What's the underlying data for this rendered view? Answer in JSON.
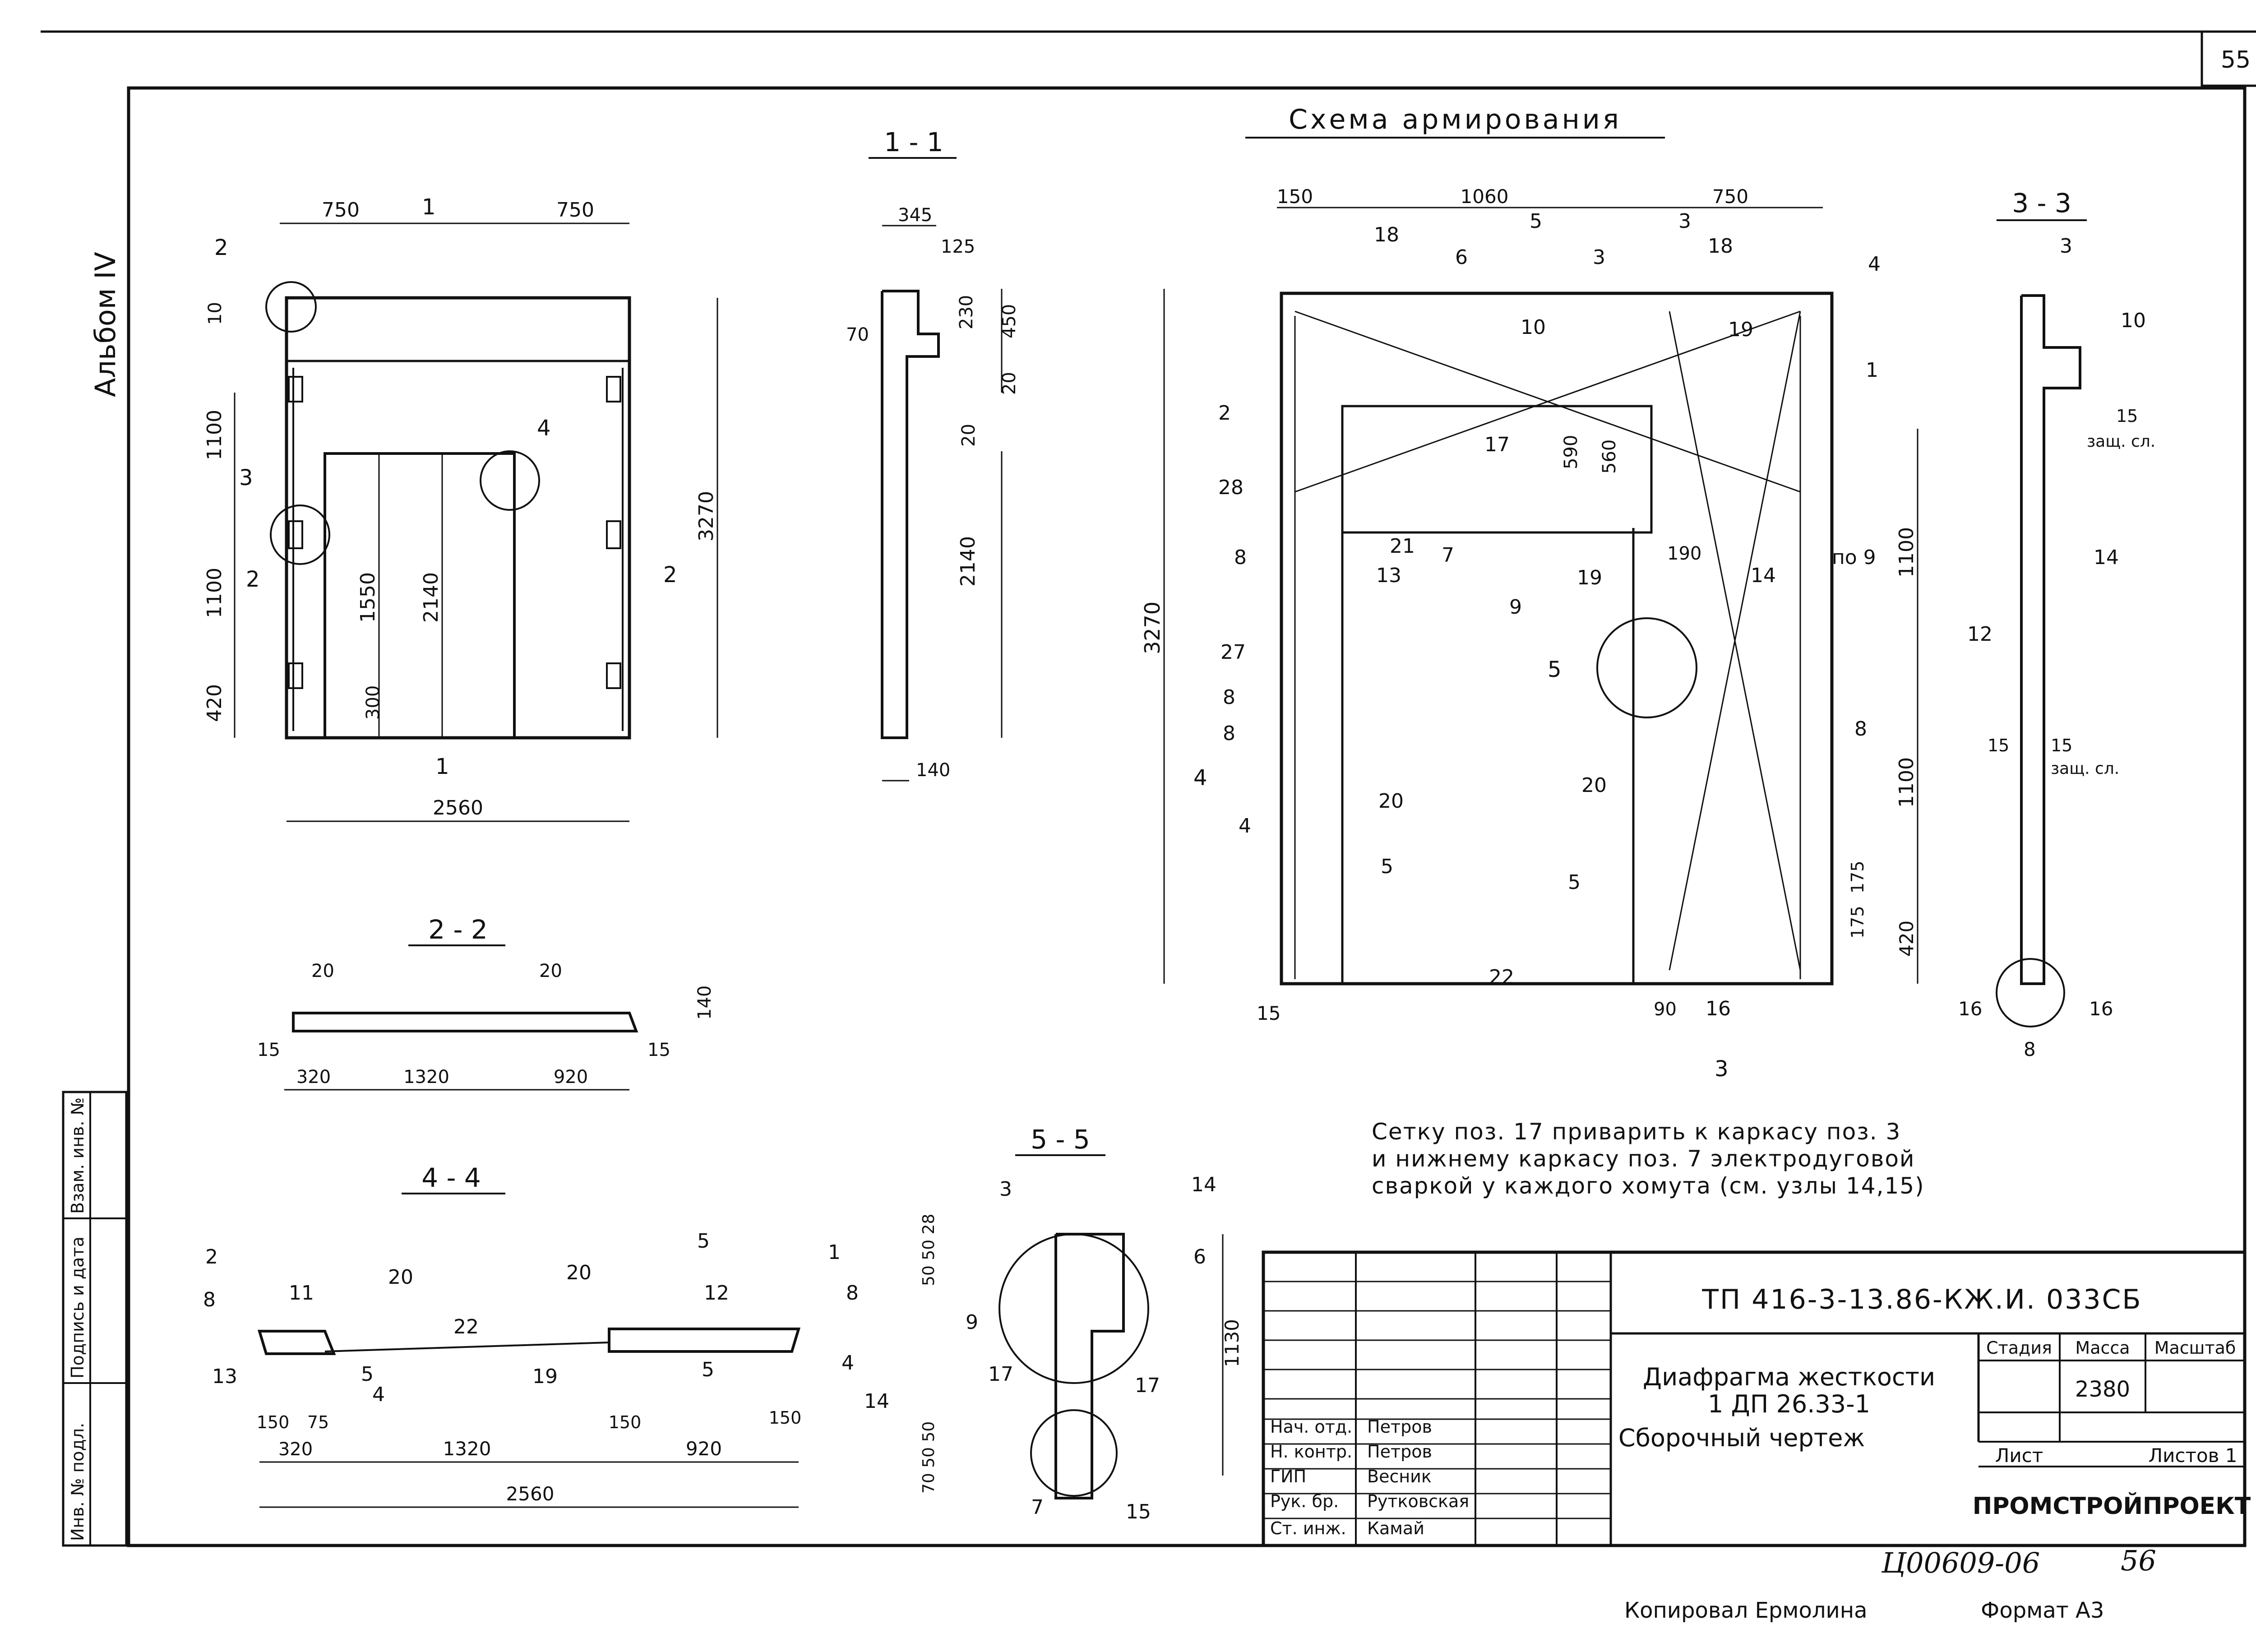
{
  "sheet": {
    "page_number": "55",
    "album": "Альбом IV",
    "copied_by": "Копировал Ермолина",
    "format": "Формат А3",
    "archive_number": "Ц00609-06",
    "archive_sheet": "56"
  },
  "left_strip": {
    "inv_podl": "Инв. № подл.",
    "podpis_data": "Подпись и дата",
    "vzam_inv": "Взам. инв. №"
  },
  "elevation": {
    "dims": {
      "top_left": "750",
      "top_right": "750",
      "h1": "10",
      "h2": "1100",
      "h3": "1100",
      "h4": "420",
      "door_h1": "1550",
      "door_h2": "2140",
      "door_h3": "300",
      "total_h": "3270",
      "total_w": "2560"
    },
    "callouts": {
      "c2": "2",
      "c3": "3",
      "c4": "4"
    },
    "cut_1_top": "1",
    "cut_1_bottom": "1",
    "cut_2_left": "2",
    "cut_2_right": "2"
  },
  "section_1_1": {
    "title": "1 - 1",
    "dims": {
      "d345": "345",
      "d125": "125",
      "d230": "230",
      "d450": "450",
      "d70": "70",
      "d20a": "20",
      "d20b": "20",
      "d2140": "2140",
      "d140": "140"
    }
  },
  "section_2_2": {
    "title": "2 - 2",
    "dims": {
      "d20l": "20",
      "d20r": "20",
      "d140": "140",
      "d15l": "15",
      "d15r": "15",
      "d320": "320",
      "d1320": "1320",
      "d920": "920"
    }
  },
  "section_4_4": {
    "title": "4 - 4",
    "labels": [
      "2",
      "8",
      "11",
      "20",
      "13",
      "5",
      "4",
      "22",
      "19",
      "20",
      "5",
      "12",
      "5",
      "1",
      "8",
      "4",
      "14"
    ],
    "dims": {
      "d150a": "150",
      "d75": "75",
      "d150b": "150",
      "d150c": "150",
      "d320": "320",
      "d1320": "1320",
      "d920": "920",
      "d2560": "2560"
    }
  },
  "section_5_5": {
    "title": "5 - 5",
    "labels": {
      "l3": "3",
      "l14": "14",
      "l6": "6",
      "l9": "9",
      "l17a": "17",
      "l17b": "17",
      "l7": "7",
      "l15": "15"
    },
    "dims": {
      "top": "50 50 28",
      "bottom": "70 50 50",
      "d1130": "1130"
    }
  },
  "scheme": {
    "title": "Схема армирования",
    "dims": {
      "d150": "150",
      "d1060": "1060",
      "d750": "750",
      "d3270": "3270",
      "d590": "590",
      "d560": "560",
      "d190": "190",
      "d1100a": "1100",
      "d1100b": "1100",
      "d175a": "175",
      "d175b": "175",
      "d420": "420",
      "d15": "15",
      "d90": "90"
    },
    "labels": [
      "18",
      "6",
      "3",
      "5",
      "3",
      "18",
      "4",
      "10",
      "19",
      "1",
      "2",
      "17",
      "28",
      "8",
      "21",
      "7",
      "8",
      "13",
      "9",
      "19",
      "14",
      "по 9",
      "27",
      "8",
      "20",
      "20",
      "8",
      "4",
      "5",
      "5",
      "22",
      "16"
    ],
    "cut_5_top": "5",
    "cut_5_mid": "5",
    "cut_3": "3",
    "cut_4": "4"
  },
  "section_3_3": {
    "title": "3 - 3",
    "labels": {
      "l3": "3",
      "l10": "10",
      "l15a": "15",
      "zash1": "защ. сл.",
      "l14": "14",
      "l12": "12",
      "l15b": "15",
      "l15c": "15",
      "zash2": "защ. сл.",
      "l16a": "16",
      "l16b": "16",
      "l8": "8"
    }
  },
  "note": {
    "line1": "Сетку поз. 17 приварить к каркасу поз. 3",
    "line2": "и нижнему каркасу поз. 7 электродуговой",
    "line3": "сваркой у каждого хомута (см. узлы 14,15)"
  },
  "title_block": {
    "code": "ТП 416-3-13.86-КЖ.И. 033СБ",
    "name1": "Диафрагма жесткости",
    "name2": "1 ДП 26.33-1",
    "name3": "Сборочный чертеж",
    "stadia": "Стадия",
    "massa": "Масса",
    "masshtab": "Масштаб",
    "mass_value": "2380",
    "list": "Лист",
    "listov": "Листов 1",
    "company": "ПРОМСТРОЙПРОЕКТ",
    "roles": [
      {
        "role": "Нач. отд.",
        "name": "Петров"
      },
      {
        "role": "Н. контр.",
        "name": "Петров"
      },
      {
        "role": "ГИП",
        "name": "Весник"
      },
      {
        "role": "Рук. бр.",
        "name": "Рутковская"
      },
      {
        "role": "Ст. инж.",
        "name": "Камай"
      }
    ]
  }
}
